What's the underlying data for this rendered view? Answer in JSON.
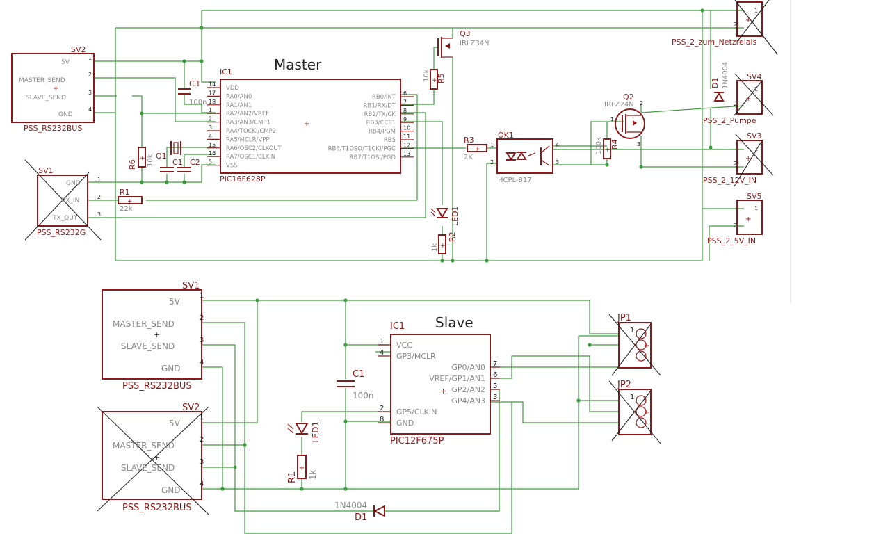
{
  "master": {
    "title": "Master",
    "ic1": {
      "ref": "IC1",
      "value": "PIC16F628P",
      "left_pins": [
        {
          "num": "14",
          "name": "VDD"
        },
        {
          "num": "17",
          "name": "RA0/AN0"
        },
        {
          "num": "18",
          "name": "RA1/AN1"
        },
        {
          "num": "1",
          "name": "RA2/AN2/VREF"
        },
        {
          "num": "2",
          "name": "RA3/AN3/CMP1"
        },
        {
          "num": "3",
          "name": "RA4/TOCKI/CMP2"
        },
        {
          "num": "4",
          "name": "RA5/MCLR/VPP"
        },
        {
          "num": "15",
          "name": "RA6/OSC2/CLKOUT"
        },
        {
          "num": "16",
          "name": "RA7/OSC1/CLKIN"
        },
        {
          "num": "5",
          "name": "VSS"
        }
      ],
      "right_pins": [
        {
          "num": "6",
          "name": "RB0/INT"
        },
        {
          "num": "7",
          "name": "RB1/RX/DT"
        },
        {
          "num": "8",
          "name": "RB2/TX/CK"
        },
        {
          "num": "9",
          "name": "RB3/CCP1"
        },
        {
          "num": "10",
          "name": "RB4/PGM"
        },
        {
          "num": "11",
          "name": "RB5"
        },
        {
          "num": "12",
          "name": "RB6/T1OSO/T1CKI/PGC"
        },
        {
          "num": "13",
          "name": "RB7/T1OSI/PGD"
        }
      ]
    },
    "sv2": {
      "ref": "SV2",
      "value": "PSS_RS232BUS",
      "pins": [
        {
          "num": "1",
          "name": "5V"
        },
        {
          "num": "2",
          "name": "MASTER_SEND"
        },
        {
          "num": "3",
          "name": "SLAVE_SEND"
        },
        {
          "num": "4",
          "name": "GND"
        }
      ]
    },
    "sv1": {
      "ref": "SV1",
      "value": "PSS_RS232G",
      "pins": [
        {
          "num": "1",
          "name": "GND"
        },
        {
          "num": "2",
          "name": "RX_IN"
        },
        {
          "num": "3",
          "name": "TX_OUT"
        }
      ]
    },
    "c3": {
      "ref": "C3",
      "value": "100n"
    },
    "c1": {
      "ref": "C1"
    },
    "c2": {
      "ref": "C2"
    },
    "q1": {
      "ref": "Q1"
    },
    "r6": {
      "ref": "R6",
      "value": "10k"
    },
    "r1": {
      "ref": "R1",
      "value": "22k"
    },
    "q3": {
      "ref": "Q3",
      "value": "IRLZ34N"
    },
    "r5": {
      "ref": "R5",
      "value": "10k"
    },
    "led1": {
      "ref": "LED1"
    },
    "r2": {
      "ref": "R2",
      "value": "1k"
    },
    "r3": {
      "ref": "R3",
      "value": "2K"
    },
    "ok1": {
      "ref": "OK1",
      "value": "HCPL-817",
      "pins": [
        "1",
        "2",
        "3",
        "4"
      ]
    },
    "r4": {
      "ref": "R4",
      "value": "100k"
    },
    "q2": {
      "ref": "Q2",
      "value": "IRFZ24N",
      "pins": [
        "1",
        "2",
        "3"
      ]
    },
    "d1": {
      "ref": "D1",
      "value": "1N4004"
    },
    "sv_relais": {
      "value": "PSS_2_zum_Netzrelais",
      "pins": [
        "1",
        "2"
      ]
    },
    "sv4": {
      "ref": "SV4",
      "value": "PSS_2_Pumpe",
      "pins": [
        "1",
        "2"
      ]
    },
    "sv3": {
      "ref": "SV3",
      "value": "PSS_2_12V_IN",
      "pins": [
        "1",
        "2"
      ]
    },
    "sv5": {
      "ref": "SV5",
      "value": "PSS_2_5V_IN",
      "pins": [
        "1",
        "2"
      ]
    }
  },
  "slave": {
    "title": "Slave",
    "ic1": {
      "ref": "IC1",
      "value": "PIC12F675P",
      "left_pins": [
        {
          "num": "1",
          "name": "VCC"
        },
        {
          "num": "4",
          "name": "GP3/MCLR"
        },
        {
          "num": "2",
          "name": "GP5/CLKIN"
        },
        {
          "num": "8",
          "name": "GND"
        }
      ],
      "right_pins": [
        {
          "num": "7",
          "name": "GP0/AN0"
        },
        {
          "num": "6",
          "name": "VREF/GP1/AN1"
        },
        {
          "num": "5",
          "name": "GP2/AN2"
        },
        {
          "num": "3",
          "name": "GP4/AN3"
        }
      ]
    },
    "sv1": {
      "ref": "SV1",
      "value": "PSS_RS232BUS",
      "pins": [
        {
          "num": "1",
          "name": "5V"
        },
        {
          "num": "2",
          "name": "MASTER_SEND"
        },
        {
          "num": "3",
          "name": "SLAVE_SEND"
        },
        {
          "num": "4",
          "name": "GND"
        }
      ]
    },
    "sv2": {
      "ref": "SV2",
      "value": "PSS_RS232BUS",
      "pins": [
        {
          "num": "1",
          "name": "5V"
        },
        {
          "num": "2",
          "name": "MASTER_SEND"
        },
        {
          "num": "3",
          "name": "SLAVE_SEND"
        },
        {
          "num": "4",
          "name": "GND"
        }
      ]
    },
    "c1": {
      "ref": "C1",
      "value": "100n"
    },
    "led1": {
      "ref": "LED1"
    },
    "r1": {
      "ref": "R1",
      "value": "1k"
    },
    "d1": {
      "ref": "D1",
      "value": "1N4004"
    },
    "jp1": {
      "ref": "JP1",
      "pins": [
        "1"
      ]
    },
    "jp2": {
      "ref": "JP2",
      "pins": [
        "1"
      ]
    }
  },
  "colors": {
    "wire": "#3c9b3c",
    "part": "#8b1a1a",
    "label": "#8a8a8a",
    "text": "#222222"
  }
}
